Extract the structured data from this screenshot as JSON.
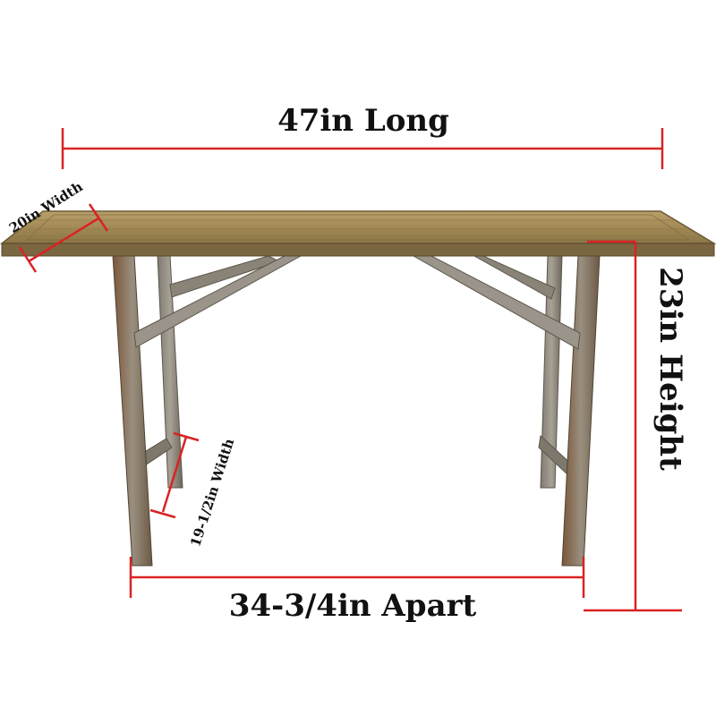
{
  "dimensions": {
    "length": {
      "label": "47in Long"
    },
    "top_width": {
      "label": "20in Width"
    },
    "height": {
      "label": "23in Height"
    },
    "base_width": {
      "label": "19-1/2in Width"
    },
    "leg_spacing": {
      "label": "34-3/4in Apart"
    }
  },
  "colors": {
    "dimension_line": "#d92323",
    "wood_light": "#a88e5a",
    "wood_dark": "#7d6a40",
    "metal": "#8f8a80",
    "metal_dark": "#6e675c",
    "rust": "#8a5a3a"
  }
}
